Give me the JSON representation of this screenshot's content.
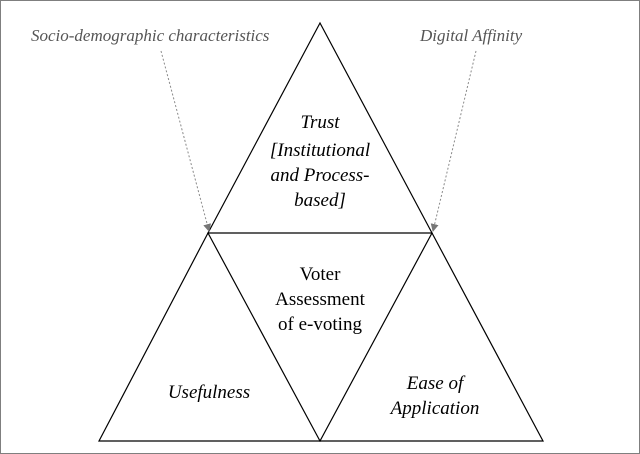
{
  "diagram": {
    "top_triangle": {
      "title": "Trust",
      "subtitle": "[Institutional\nand Process-\nbased]"
    },
    "center_triangle": {
      "label": "Voter\nAssessment\nof e-voting"
    },
    "left_triangle": {
      "label": "Usefulness"
    },
    "right_triangle": {
      "label": "Ease of\nApplication"
    },
    "influences": {
      "left": "Socio-demographic characteristics",
      "right": "Digital Affinity"
    }
  },
  "colors": {
    "outline": "#000000",
    "arrow": "#808080",
    "influence_text": "#555555",
    "border": "#7f7f7f"
  }
}
